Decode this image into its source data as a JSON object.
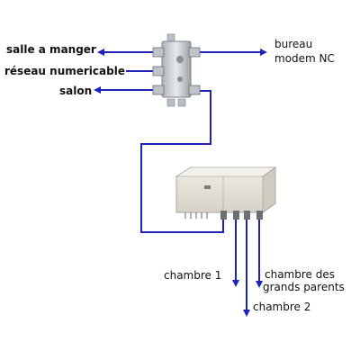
{
  "labels": {
    "salle_a_manger": "salle a manger",
    "reseau_numericable": "réseau numericable",
    "salon": "salon",
    "bureau": "bureau",
    "modem_nc": "modem NC",
    "chambre_1": "chambre 1",
    "chambre_2": "chambre 2",
    "chambre_des": "chambre des",
    "grands_parents": "grands parents"
  },
  "colors": {
    "wire": "#1d23b8",
    "splitter_body": "#c9ced3",
    "splitter_dark": "#8a9098",
    "amplifier_body": "#e7e4dc",
    "amplifier_shade": "#c9c5bb",
    "connector": "#6a6f74"
  },
  "icons": {
    "splitter": "splitter-3-way-device",
    "amplifier": "tv-distribution-amplifier"
  }
}
